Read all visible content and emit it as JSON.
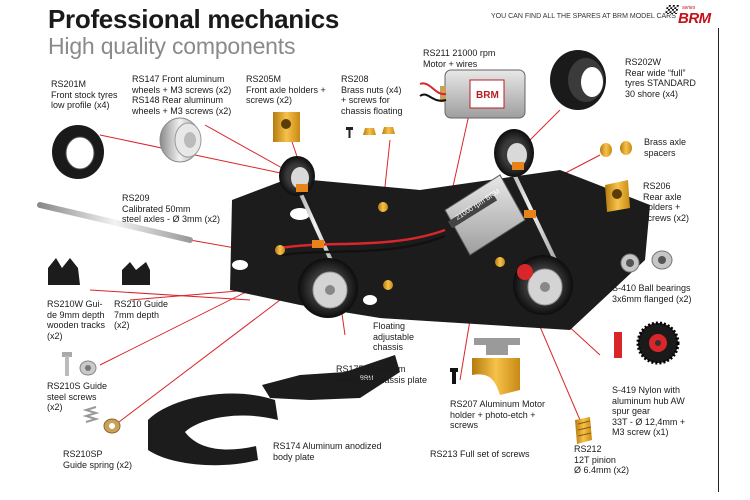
{
  "header": {
    "title": "Professional mechanics",
    "subtitle": "High quality components",
    "tagline": "YOU CAN FIND ALL THE SPARES AT BRM MODEL CARS",
    "logo": {
      "series": "series",
      "brand": "BRM"
    }
  },
  "parts": [
    {
      "id": "rs201m",
      "text": "RS201M\nFront stock tyres\nlow profile (x4)"
    },
    {
      "id": "rs147",
      "text": "RS147 Front aluminum\nwheels + M3 screws (x2)\nRS148 Rear aluminum\nwheels + M3 screws (x2)"
    },
    {
      "id": "rs205m",
      "text": "RS205M\nFront axle holders +\nscrews (x2)"
    },
    {
      "id": "rs208",
      "text": "RS208\nBrass nuts (x4)\n+ screws for\nchassis floating"
    },
    {
      "id": "rs211",
      "text": "RS211 21000 rpm\nMotor + wires"
    },
    {
      "id": "rs202w",
      "text": "RS202W\nRear wide “full”\ntyres STANDARD\n30 shore (x4)"
    },
    {
      "id": "brass-spacers",
      "text": "Brass axle\nspacers"
    },
    {
      "id": "rs206",
      "text": "RS206\nRear axle\nholders +\nscrews (x2)"
    },
    {
      "id": "rs209",
      "text": "RS209\nCalibrated 50mm\nsteel axles - Ø 3mm (x2)"
    },
    {
      "id": "rs210w",
      "text": "RS210W Gui-\nde 9mm depth\nwooden tracks\n(x2)"
    },
    {
      "id": "rs210",
      "text": "RS210 Guide\n7mm depth\n(x2)"
    },
    {
      "id": "s410",
      "text": "S-410 Ball bearings\n3x6mm flanged (x2)"
    },
    {
      "id": "floating",
      "text": "Floating\nadjustable\nchassis"
    },
    {
      "id": "rs175",
      "text": "RS175 Aluminum\nanodized chassis plate"
    },
    {
      "id": "rs210s",
      "text": "RS210S Guide\nsteel screws\n(x2)"
    },
    {
      "id": "rs207",
      "text": "RS207 Aluminum Motor\nholder + photo-etch +\nscrews"
    },
    {
      "id": "s419",
      "text": "S-419 Nylon with\naluminum hub AW\nspur gear\n33T - Ø 12,4mm +\nM3 screw (x1)"
    },
    {
      "id": "rs210sp",
      "text": "RS210SP\nGuide spring (x2)"
    },
    {
      "id": "rs174",
      "text": "RS174 Aluminum anodized\nbody plate"
    },
    {
      "id": "rs213",
      "text": "RS213 Full set of screws"
    },
    {
      "id": "rs212",
      "text": "RS212\n12T pinion\nØ 6.4mm (x2)"
    }
  ],
  "artwork": {
    "motor_label": "21000 rpm BRM",
    "motor_brand": "BRM",
    "plate_label": "BRM"
  },
  "colors": {
    "leader": "#d9262b",
    "brand": "#c4121a",
    "chassis": "#1c1c1c",
    "gold": "#e3a21a",
    "brass": "#c9a15a"
  }
}
